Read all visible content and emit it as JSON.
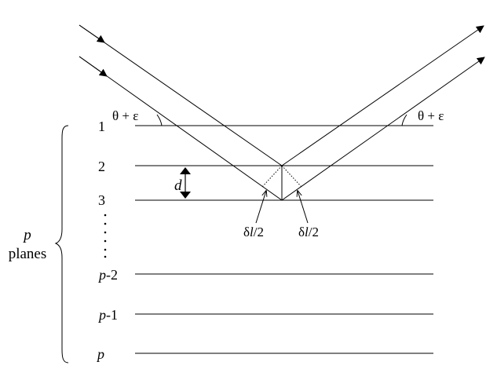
{
  "diagram": {
    "angle_label_left": "θ + ε",
    "angle_label_right": "θ + ε",
    "spacing_label": "d",
    "path_diff_left": {
      "prefix": "δ",
      "var": "l",
      "suffix": "/2"
    },
    "path_diff_right": {
      "prefix": "δ",
      "var": "l",
      "suffix": "/2"
    },
    "group_label": {
      "var": "p",
      "word": "planes"
    },
    "planes": [
      {
        "plain": "1",
        "var": "",
        "suffix": ""
      },
      {
        "plain": "2",
        "var": "",
        "suffix": ""
      },
      {
        "plain": "3",
        "var": "",
        "suffix": ""
      },
      {
        "plain": "",
        "var": "p",
        "suffix": "-2"
      },
      {
        "plain": "",
        "var": "p",
        "suffix": "-1"
      },
      {
        "plain": "",
        "var": "p",
        "suffix": ""
      }
    ],
    "colors": {
      "ink": "#000000",
      "background": "#ffffff"
    }
  }
}
